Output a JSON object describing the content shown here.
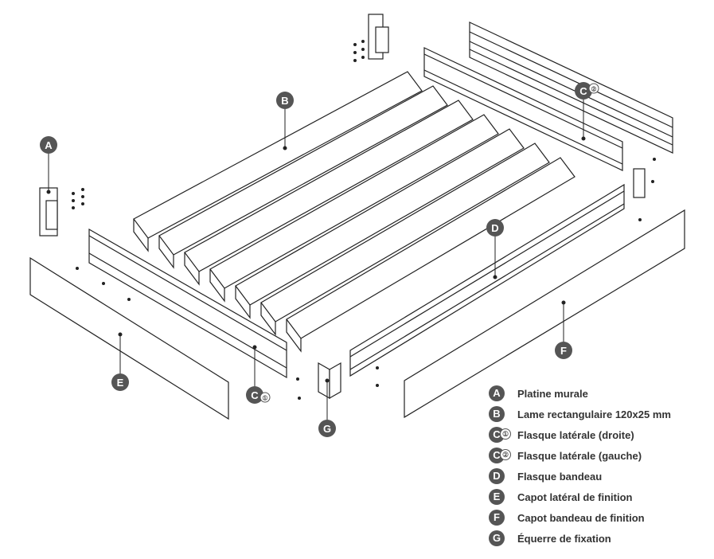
{
  "callouts": {
    "A": "A",
    "B": "B",
    "C": "C",
    "C1_sub": "①",
    "C2_sub": "②",
    "D": "D",
    "E": "E",
    "F": "F",
    "G": "G"
  },
  "legend": [
    {
      "badge": "A",
      "sub": "",
      "label": "Platine murale"
    },
    {
      "badge": "B",
      "sub": "",
      "label": "Lame rectangulaire 120x25 mm"
    },
    {
      "badge": "C",
      "sub": "①",
      "label": "Flasque latérale (droite)"
    },
    {
      "badge": "C",
      "sub": "②",
      "label": "Flasque latérale (gauche)"
    },
    {
      "badge": "D",
      "sub": "",
      "label": "Flasque bandeau"
    },
    {
      "badge": "E",
      "sub": "",
      "label": "Capot latéral de finition"
    },
    {
      "badge": "F",
      "sub": "",
      "label": "Capot bandeau de finition"
    },
    {
      "badge": "G",
      "sub": "",
      "label": "Équerre de fixation"
    }
  ],
  "colors": {
    "badge": "#555555",
    "line": "#222222",
    "label_text": "#333333"
  }
}
